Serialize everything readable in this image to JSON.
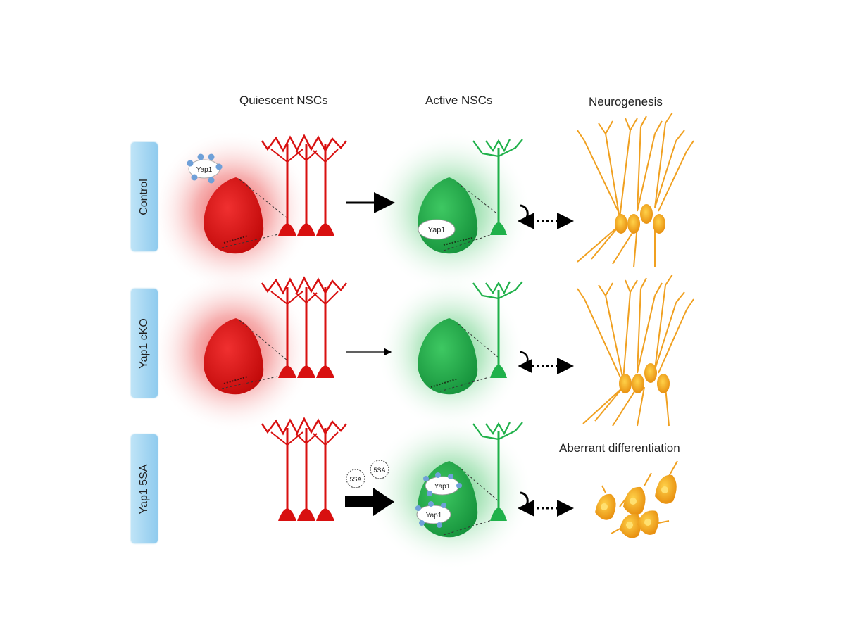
{
  "columns": {
    "quiescent": "Quiescent NSCs",
    "active": "Active NSCs",
    "neurogenesis": "Neurogenesis"
  },
  "aberrant_label": "Aberrant differentiation",
  "rows": [
    {
      "label": "Control"
    },
    {
      "label": "Yap1 cKO"
    },
    {
      "label": "Yap1 5SA"
    }
  ],
  "protein_labels": {
    "yap1": "Yap1",
    "mutant": "5SA"
  },
  "colors": {
    "quiescent": "#d81010",
    "active": "#1fb14a",
    "neuron": "#f0a020",
    "tab": "#a8d8f2"
  },
  "icons": [
    "arrow-right-icon",
    "dotted-arrow-icon",
    "curved-arrow-icon",
    "phospho-bead-icon"
  ]
}
